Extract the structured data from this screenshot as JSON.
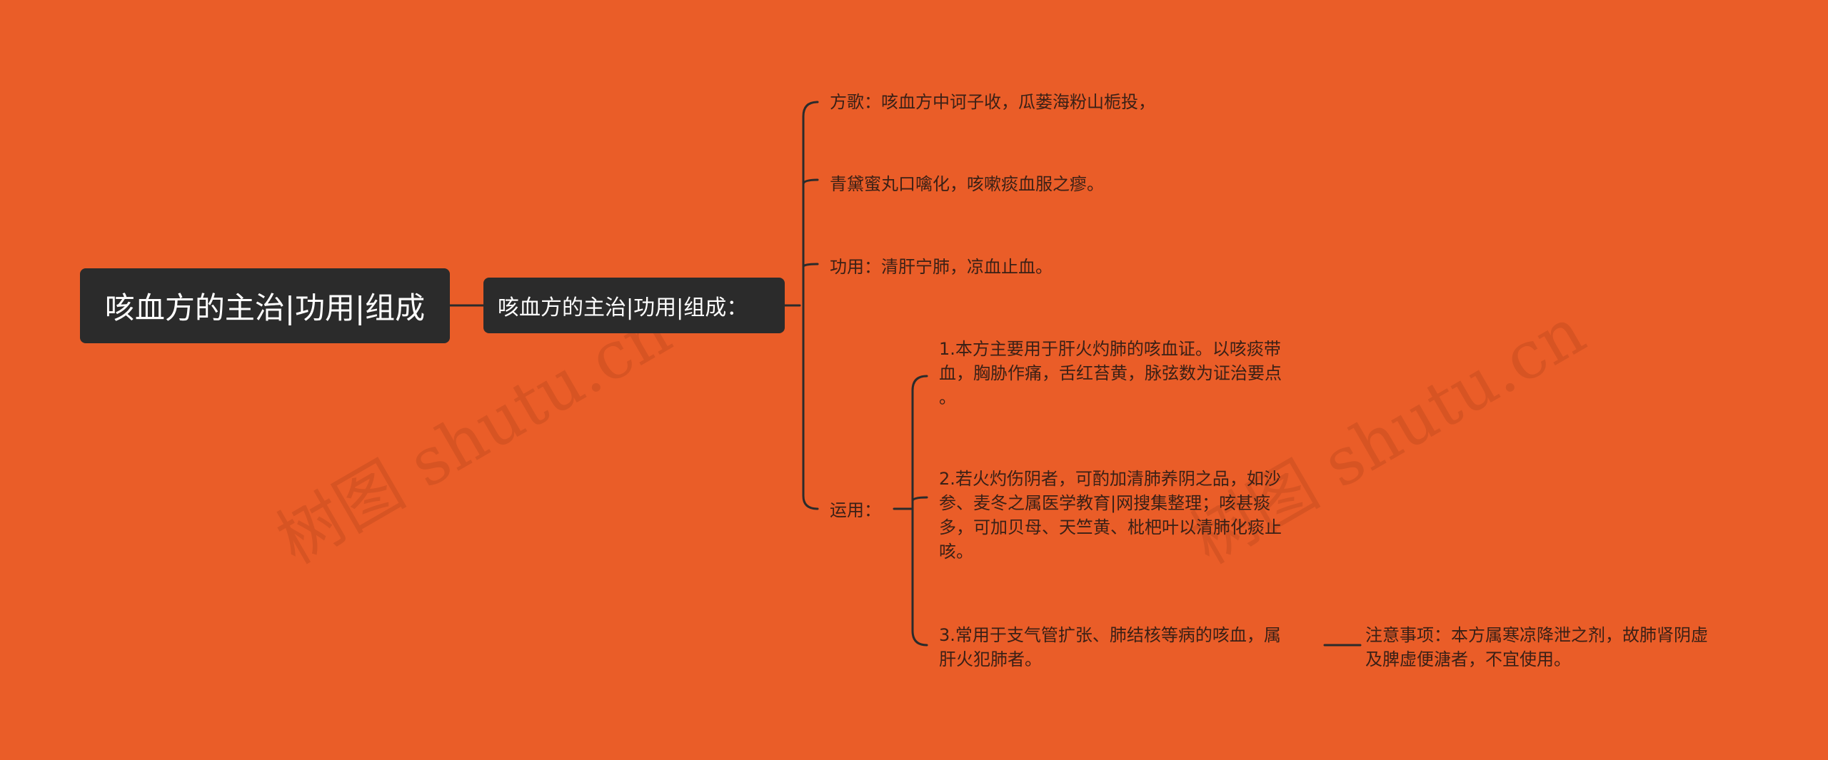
{
  "colors": {
    "background": "#EA5D28",
    "node_fill": "#2B2B2B",
    "node_text": "#FFFFFF",
    "leaf_text": "#3A2016",
    "line": "#2B2B2B"
  },
  "root": {
    "label": "咳血方的主治|功用|组成"
  },
  "sub": {
    "label": "咳血方的主治|功用|组成："
  },
  "branches": [
    {
      "label": "方歌：咳血方中诃子收，瓜蒌海粉山栀投，"
    },
    {
      "label": "青黛蜜丸口噙化，咳嗽痰血服之瘳。"
    },
    {
      "label": "功用：清肝宁肺，凉血止血。"
    },
    {
      "label": "运用："
    }
  ],
  "usage_items": [
    {
      "lines": [
        "1.本方主要用于肝火灼肺的咳血证。以咳痰带",
        "血，胸胁作痛，舌红苔黄，脉弦数为证治要点",
        "。"
      ]
    },
    {
      "lines": [
        "2.若火灼伤阴者，可酌加清肺养阴之品，如沙",
        "参、麦冬之属医学教育|网搜集整理；咳甚痰",
        "多，可加贝母、天竺黄、枇杷叶以清肺化痰止",
        "咳。"
      ]
    },
    {
      "lines": [
        "3.常用于支气管扩张、肺结核等病的咳血，属",
        "肝火犯肺者。"
      ]
    }
  ],
  "note": {
    "lines": [
      "注意事项：本方属寒凉降泄之剂，故肺肾阴虚",
      "及脾虚便溏者，不宜使用。"
    ]
  },
  "watermarks": [
    "树图 shutu.cn",
    "树图 shutu.cn"
  ]
}
